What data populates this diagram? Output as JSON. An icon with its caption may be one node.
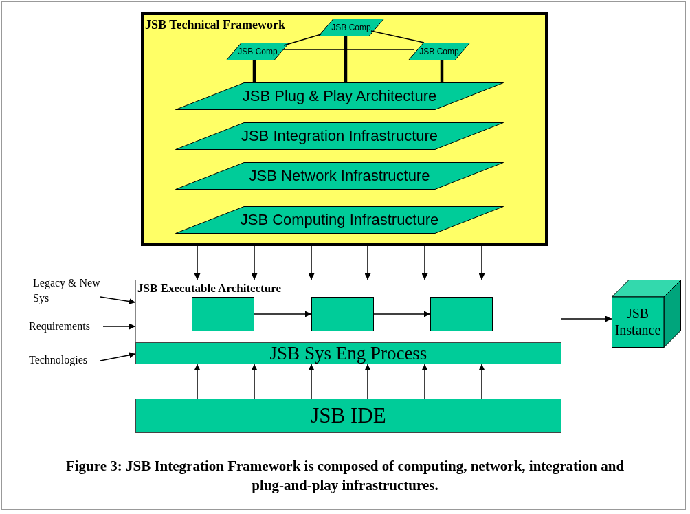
{
  "diagram": {
    "caption": "Figure 3: JSB Integration Framework is composed of computing, network, integration and plug-and-play infrastructures.",
    "nodes": [
      {
        "text": [
          "JSB Technical Framework"
        ]
      },
      {
        "text": [
          "JSB Comp"
        ],
        "in": 0
      },
      {
        "text": [
          "JSB Comp"
        ],
        "in": 0
      },
      {
        "text": [
          "JSB Comp"
        ],
        "in": 0
      },
      {
        "text": [
          "JSB Plug & Play Architecture"
        ],
        "in": 0
      },
      {
        "text": [
          "JSB Integration Infrastructure"
        ],
        "in": 0
      },
      {
        "text": [
          "JSB Network Infrastructure"
        ],
        "in": 0
      },
      {
        "text": [
          "JSB Computing Infrastructure"
        ],
        "in": 0
      },
      {
        "text": [
          "JSB Executable Architecture"
        ]
      },
      {
        "text": [],
        "shape": "box",
        "in": 8
      },
      {
        "text": [],
        "shape": "box",
        "in": 8
      },
      {
        "text": [],
        "shape": "box",
        "in": 8
      },
      {
        "text": [
          "JSB Sys Eng Process"
        ],
        "in": 8
      },
      {
        "text": [
          "JSB IDE"
        ]
      },
      {
        "text": [
          "JSB Instance"
        ]
      },
      {
        "text": [
          "Legacy & New Sys"
        ]
      },
      {
        "text": [
          "Requirements"
        ]
      },
      {
        "text": [
          "Technologies"
        ]
      }
    ],
    "edges": [
      {
        "from": 2,
        "to": 1,
        "arrow": "none"
      },
      {
        "from": 1,
        "to": 3,
        "arrow": "none"
      },
      {
        "from": 2,
        "to": 3,
        "arrow": "none"
      },
      {
        "from": 2,
        "to": 4,
        "arrow": "none",
        "style": "thick"
      },
      {
        "from": 1,
        "to": 4,
        "arrow": "none",
        "style": "thick"
      },
      {
        "from": 3,
        "to": 4,
        "arrow": "none",
        "style": "thick"
      },
      {
        "from": 0,
        "to": 8,
        "arrow": "to"
      },
      {
        "from": 0,
        "to": 8,
        "arrow": "to"
      },
      {
        "from": 0,
        "to": 8,
        "arrow": "to"
      },
      {
        "from": 0,
        "to": 8,
        "arrow": "to"
      },
      {
        "from": 0,
        "to": 8,
        "arrow": "to"
      },
      {
        "from": 0,
        "to": 8,
        "arrow": "to"
      },
      {
        "from": 9,
        "to": 10,
        "arrow": "to"
      },
      {
        "from": 10,
        "to": 11,
        "arrow": "to"
      },
      {
        "from": 13,
        "to": 12,
        "arrow": "to"
      },
      {
        "from": 13,
        "to": 12,
        "arrow": "to"
      },
      {
        "from": 13,
        "to": 12,
        "arrow": "to"
      },
      {
        "from": 13,
        "to": 12,
        "arrow": "to"
      },
      {
        "from": 13,
        "to": 12,
        "arrow": "to"
      },
      {
        "from": 13,
        "to": 12,
        "arrow": "to"
      },
      {
        "from": 8,
        "to": 14,
        "arrow": "to"
      },
      {
        "from": 15,
        "to": 8,
        "arrow": "to"
      },
      {
        "from": 16,
        "to": 8,
        "arrow": "to"
      },
      {
        "from": 17,
        "to": 12,
        "arrow": "to"
      }
    ]
  }
}
